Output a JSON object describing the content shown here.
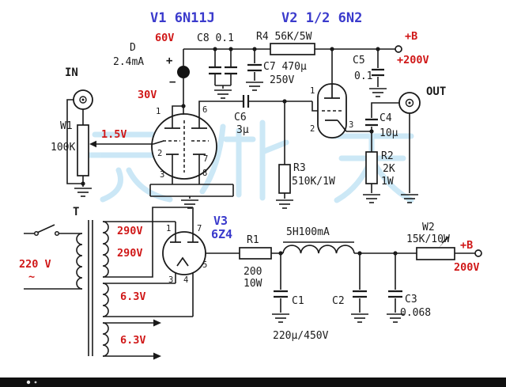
{
  "colors": {
    "ink": "#1a1a1a",
    "red": "#d01818",
    "blue": "#3a3acc",
    "watermark": "#85c7ea",
    "bg": "#ffffff"
  },
  "watermark_text": "云外天",
  "tubes": {
    "v1": {
      "title": "V1 6N11J",
      "pins": [
        "1",
        "6",
        "2",
        "7",
        "3",
        "8"
      ]
    },
    "v2": {
      "title": "V2 1/2 6N2",
      "pins": [
        "1",
        "2",
        "3"
      ]
    },
    "v3": {
      "title": "V3",
      "subtitle": "6Z4",
      "pins": [
        "1",
        "7",
        "3",
        "4",
        "5"
      ]
    }
  },
  "voltages": {
    "b_top": "+B",
    "v200_top": "+200V",
    "v60": "60V",
    "v30": "30V",
    "v1_5": "1.5V",
    "v220": "220 V",
    "ac": "~",
    "v290a": "290V",
    "v290b": "290V",
    "v63a": "6.3V",
    "v63b": "6.3V",
    "b_bot": "+B",
    "v200_bot": "200V"
  },
  "ports": {
    "in": "IN",
    "out": "OUT"
  },
  "components": {
    "d": {
      "name": "D",
      "value": "2.4mA",
      "plus": "+",
      "minus": "−"
    },
    "c8": {
      "label": "C8 0.1"
    },
    "r4": {
      "label": "R4 56K/5W"
    },
    "c7": {
      "name": "C7 470μ",
      "value": "250V"
    },
    "c5": {
      "name": "C5",
      "value": "0.1"
    },
    "c6": {
      "name": "C6",
      "value": "3μ"
    },
    "c4": {
      "name": "C4",
      "value": "10μ"
    },
    "r2": {
      "name": "R2",
      "value": "2K",
      "watt": "1W"
    },
    "r3": {
      "name": "R3",
      "value": "510K/1W"
    },
    "w1": {
      "name": "W1",
      "value": "100K"
    },
    "t": {
      "label": "T"
    },
    "r1": {
      "name": "R1",
      "value": "200",
      "watt": "10W"
    },
    "choke": {
      "label": "5H100mA"
    },
    "w2": {
      "name": "W2",
      "value": "15K/10W"
    },
    "c1": {
      "name": "C1",
      "value": "220μ/450V"
    },
    "c2": {
      "name": "C2"
    },
    "c3": {
      "name": "C3",
      "value": "0.068"
    }
  }
}
